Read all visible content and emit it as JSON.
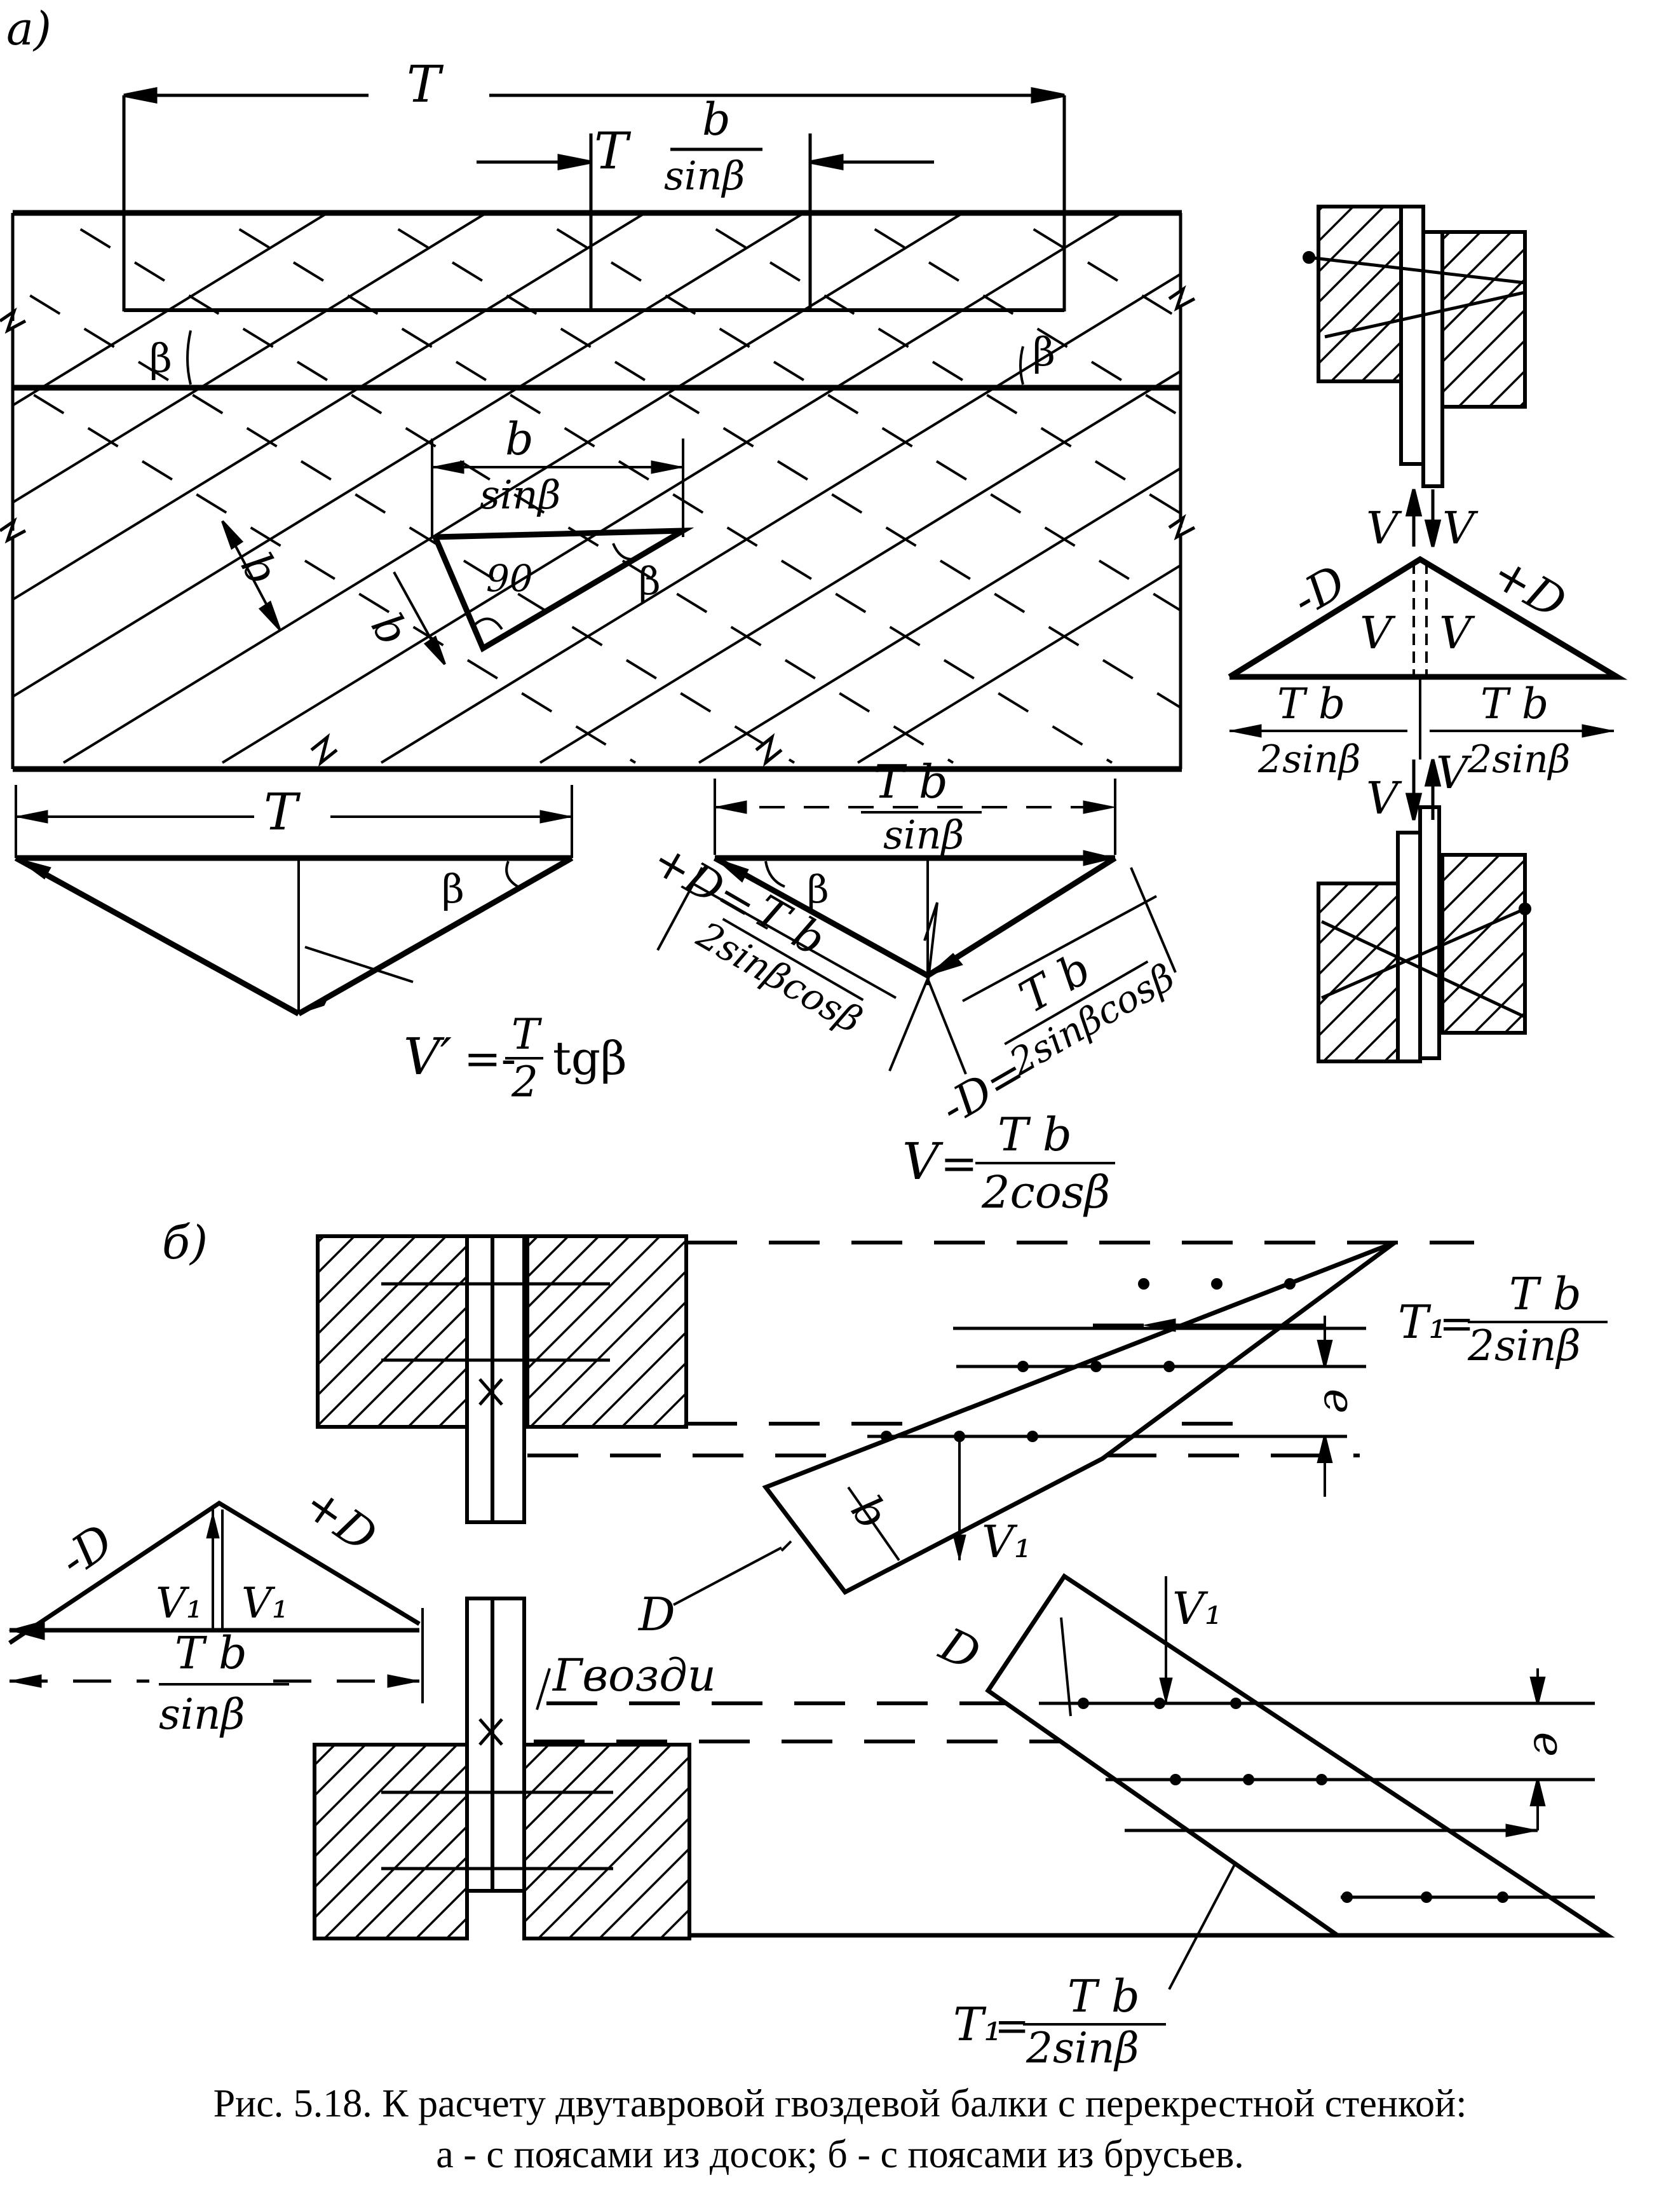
{
  "panel_a": {
    "label": "а)",
    "T": "T",
    "b": "b",
    "sinb": "sinβ",
    "beta": "β",
    "angle90": "90",
    "V": "V",
    "Vprime": "V′",
    "minusD": "-D",
    "plusD": "+D",
    "Tb": "T b",
    "two_sinb": "2sinβ",
    "two_sinbcosb": "2sinβcosβ",
    "two_cosb": "2cosβ",
    "two": "2",
    "tg": "tgβ",
    "eq": "=",
    "eq_minus": "=-",
    "eq_plusD": "+D=",
    "eq_minusD": "-D="
  },
  "panel_b": {
    "label": "б)",
    "T1": "T₁",
    "V1": "V₁",
    "D": "D",
    "e": "e",
    "b": "b",
    "nails": "Гвозди",
    "minusD": "-D",
    "plusD": "+D",
    "Tb": "T b",
    "sinb": "sinβ",
    "two_sinb": "2sinβ",
    "eq": "="
  },
  "caption": {
    "line1": "Рис. 5.18. К расчету двутавровой гвоздевой балки с перекрестной стенкой:",
    "line2": "а - с поясами из досок; б - с поясами из брусьев."
  }
}
